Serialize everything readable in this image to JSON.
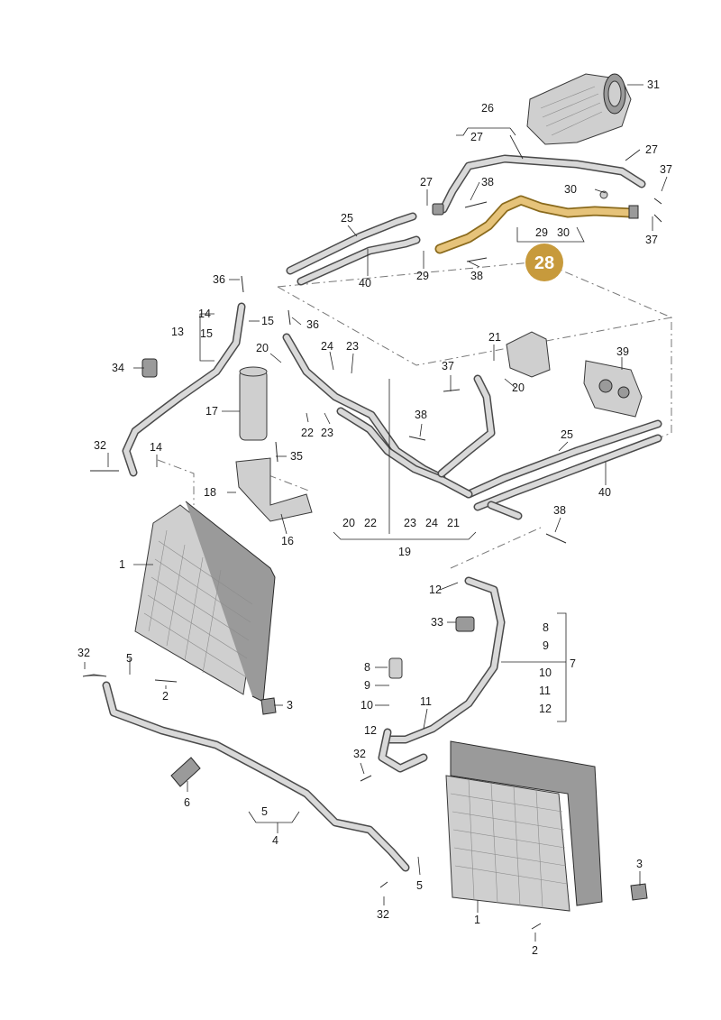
{
  "diagram": {
    "highlight": {
      "number": "28",
      "badge_color": "#c79a3c",
      "part_color": "#e6c37a"
    },
    "labels": {
      "n1a": "1",
      "n1b": "1",
      "n2a": "2",
      "n2b": "2",
      "n3a": "3",
      "n3b": "3",
      "n4": "4",
      "n5a": "5",
      "n5b": "5",
      "n5c": "5",
      "n6": "6",
      "n7": "7",
      "n8a": "8",
      "n8b": "8",
      "n9a": "9",
      "n9b": "9",
      "n10a": "10",
      "n10b": "10",
      "n11a": "11",
      "n11b": "11",
      "n12a": "12",
      "n12b": "12",
      "n12c": "12",
      "n13": "13",
      "n14a": "14",
      "n14b": "14",
      "n15a": "15",
      "n15b": "15",
      "n16": "16",
      "n17": "17",
      "n18": "18",
      "n19": "19",
      "n20a": "20",
      "n20b": "20",
      "n20c": "20",
      "n21a": "21",
      "n21b": "21",
      "n22a": "22",
      "n22b": "22",
      "n23a": "23",
      "n23b": "23",
      "n23c": "23",
      "n24a": "24",
      "n24b": "24",
      "n25a": "25",
      "n25b": "25",
      "n26": "26",
      "n27a": "27",
      "n27b": "27",
      "n27c": "27",
      "n29a": "29",
      "n29b": "29",
      "n30a": "30",
      "n30b": "30",
      "n31": "31",
      "n32a": "32",
      "n32b": "32",
      "n32c": "32",
      "n32d": "32",
      "n33": "33",
      "n34": "34",
      "n35": "35",
      "n36a": "36",
      "n36b": "36",
      "n37a": "37",
      "n37b": "37",
      "n37c": "37",
      "n38a": "38",
      "n38b": "38",
      "n38c": "38",
      "n38d": "38",
      "n39": "39",
      "n40a": "40",
      "n40b": "40"
    }
  }
}
